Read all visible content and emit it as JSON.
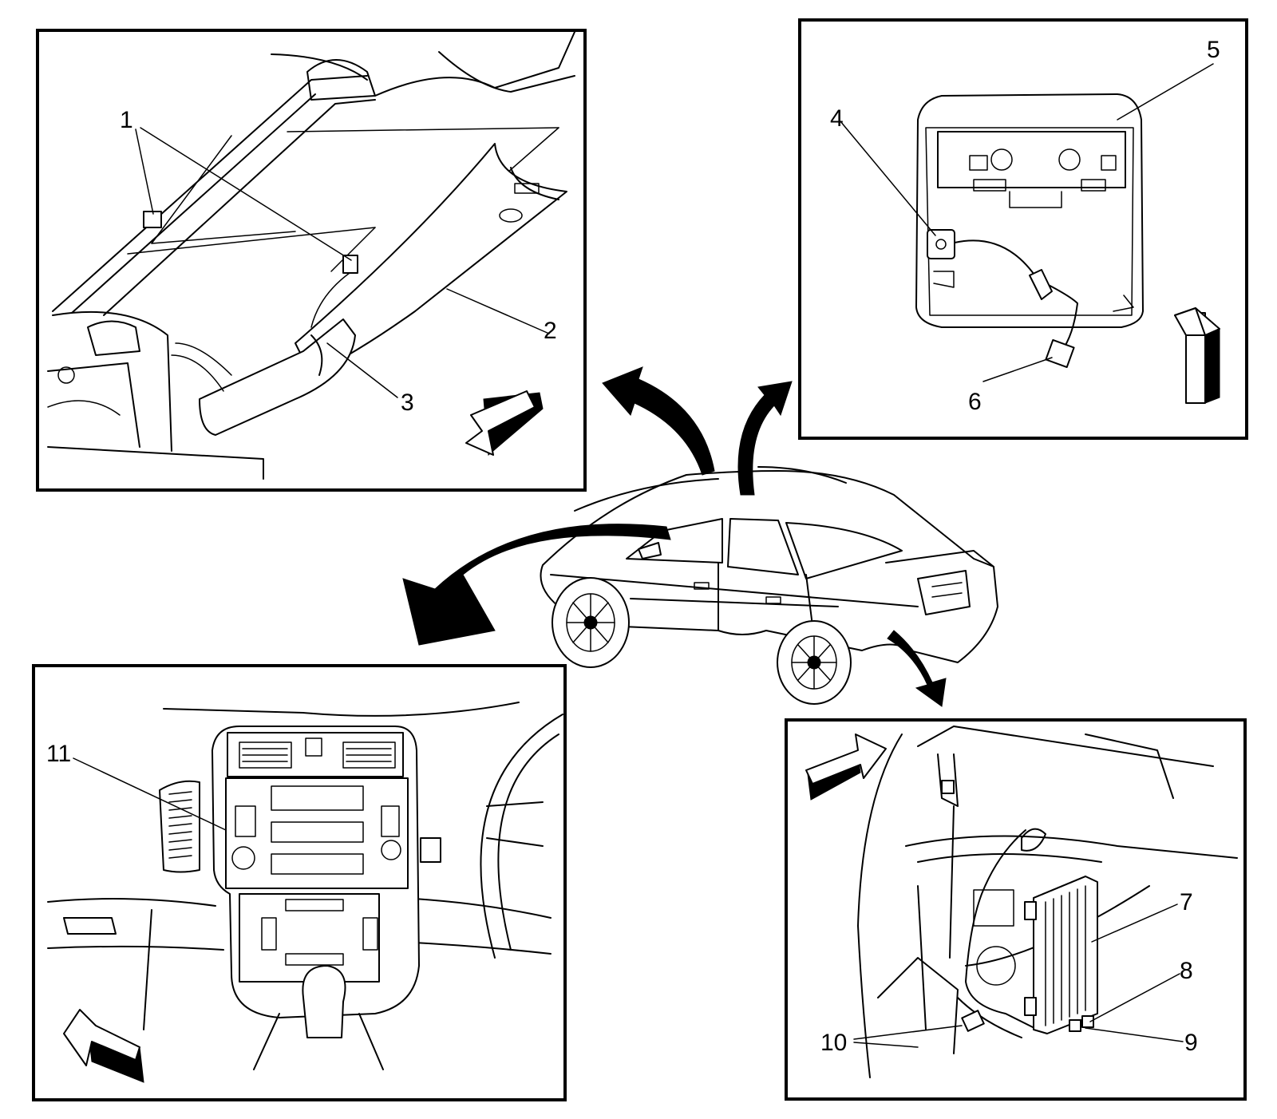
{
  "callouts": {
    "c1": "1",
    "c2": "2",
    "c3": "3",
    "c4": "4",
    "c5": "5",
    "c6": "6",
    "c7": "7",
    "c8": "8",
    "c9": "9",
    "c10": "10",
    "c11": "11"
  },
  "views": [
    {
      "id": "pillar-speaker-view",
      "callouts": [
        "1",
        "2",
        "3"
      ],
      "view_arrow": "pointing-left-down"
    },
    {
      "id": "overhead-console-view",
      "callouts": [
        "4",
        "5",
        "6"
      ],
      "view_arrow": "pointing-up"
    },
    {
      "id": "instrument-panel-view",
      "callouts": [
        "11"
      ],
      "view_arrow": "pointing-left-up"
    },
    {
      "id": "trunk-amplifier-view",
      "callouts": [
        "7",
        "8",
        "9",
        "10"
      ],
      "view_arrow": "pointing-right-up"
    }
  ]
}
